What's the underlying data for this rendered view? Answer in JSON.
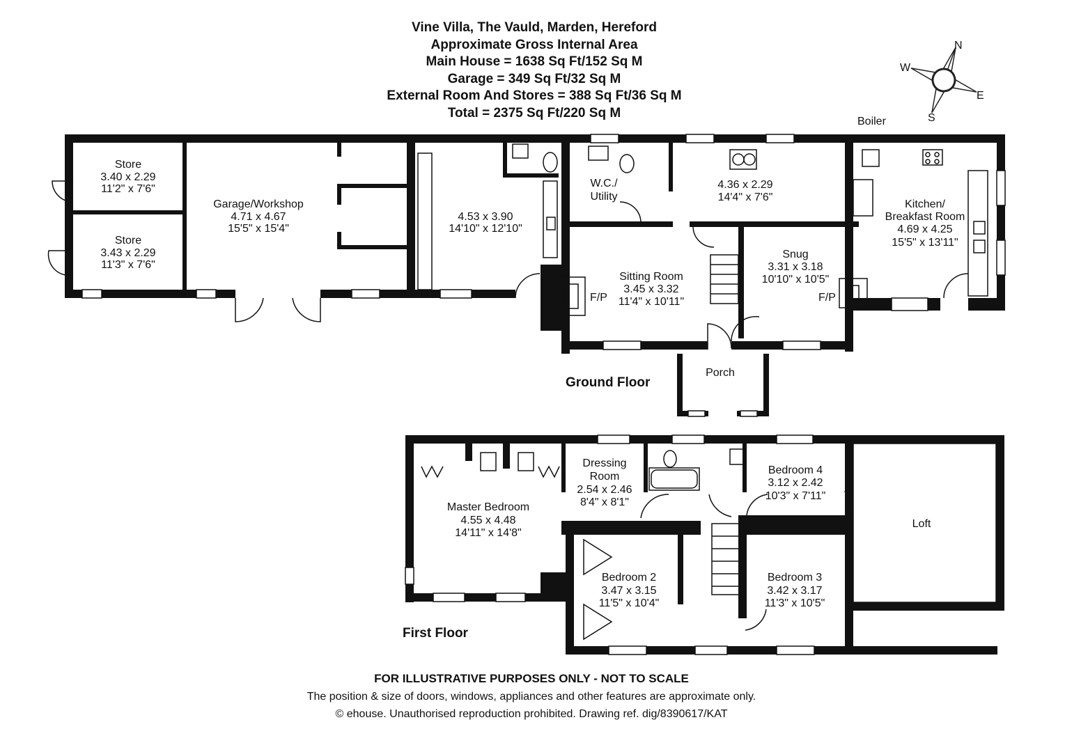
{
  "header": {
    "title": "Vine Villa, The Vauld, Marden, Hereford",
    "line1": "Approximate Gross Internal Area",
    "line2": "Main House = 1638 Sq Ft/152 Sq M",
    "line3": "Garage = 349 Sq Ft/32 Sq M",
    "line4": "External Room And Stores = 388 Sq Ft/36 Sq M",
    "line5": "Total = 2375 Sq Ft/220 Sq M"
  },
  "compass": {
    "n": "N",
    "e": "E",
    "s": "S",
    "w": "W"
  },
  "labels": {
    "boiler": "Boiler",
    "fp_left": "F/P",
    "fp_right": "F/P",
    "ground_floor": "Ground Floor",
    "first_floor": "First Floor"
  },
  "rooms": {
    "store1": {
      "name": "Store",
      "metric": "3.40 x 2.29",
      "imperial": "11'2\" x 7'6\""
    },
    "store2": {
      "name": "Store",
      "metric": "3.43 x 2.29",
      "imperial": "11'3\" x 7'6\""
    },
    "garage": {
      "name": "Garage/Workshop",
      "metric": "4.71 x 4.67",
      "imperial": "15'5\" x 15'4\""
    },
    "room453": {
      "metric": "4.53 x 3.90",
      "imperial": "14'10\" x 12'10\""
    },
    "wc": {
      "name1": "W.C./",
      "name2": "Utility"
    },
    "room436": {
      "metric": "4.36 x 2.29",
      "imperial": "14'4\" x 7'6\""
    },
    "kitchen": {
      "name1": "Kitchen/",
      "name2": "Breakfast Room",
      "metric": "4.69 x 4.25",
      "imperial": "15'5\" x 13'11\""
    },
    "sitting": {
      "name": "Sitting Room",
      "metric": "3.45 x 3.32",
      "imperial": "11'4\" x 10'11\""
    },
    "snug": {
      "name": "Snug",
      "metric": "3.31 x 3.18",
      "imperial": "10'10\" x 10'5\""
    },
    "porch": {
      "name": "Porch"
    },
    "master": {
      "name": "Master Bedroom",
      "metric": "4.55 x 4.48",
      "imperial": "14'11\" x 14'8\""
    },
    "dressing": {
      "name1": "Dressing",
      "name2": "Room",
      "metric": "2.54 x 2.46",
      "imperial": "8'4\" x 8'1\""
    },
    "bed4": {
      "name": "Bedroom 4",
      "metric": "3.12 x 2.42",
      "imperial": "10'3\" x 7'11\""
    },
    "loft": {
      "name": "Loft"
    },
    "bed2": {
      "name": "Bedroom 2",
      "metric": "3.47 x 3.15",
      "imperial": "11'5\" x 10'4\""
    },
    "bed3": {
      "name": "Bedroom 3",
      "metric": "3.42 x 3.17",
      "imperial": "11'3\" x 10'5\""
    }
  },
  "footer": {
    "disclaimer": "FOR ILLUSTRATIVE PURPOSES ONLY - NOT TO SCALE",
    "note": "The position & size of doors, windows, appliances and other features are approximate only.",
    "copyright": "© ehouse. Unauthorised reproduction prohibited. Drawing ref. dig/8390617/KAT"
  }
}
